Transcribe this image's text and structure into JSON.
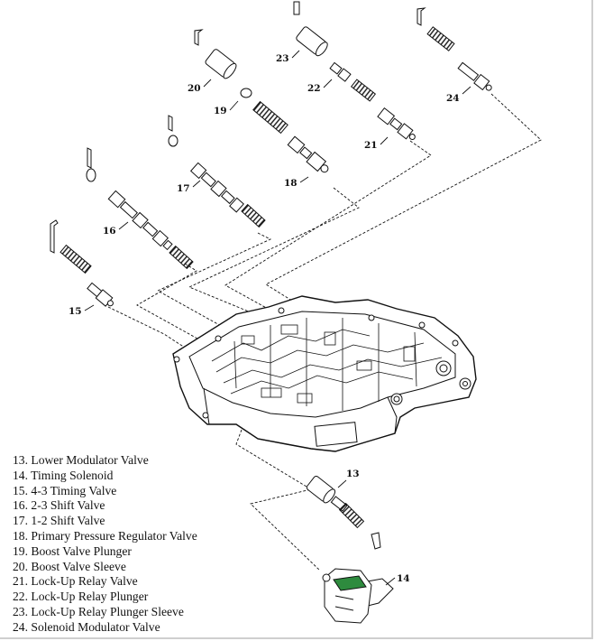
{
  "callouts": {
    "c13": "13",
    "c14": "14",
    "c15": "15",
    "c16": "16",
    "c17": "17",
    "c18": "18",
    "c19": "19",
    "c20": "20",
    "c21": "21",
    "c22": "22",
    "c23": "23",
    "c24": "24"
  },
  "legend": [
    "13. Lower Modulator Valve",
    "14. Timing Solenoid",
    "15. 4-3 Timing Valve",
    "16. 2-3 Shift Valve",
    "17. 1-2 Shift Valve",
    "18. Primary Pressure Regulator Valve",
    "19. Boost Valve Plunger",
    "20. Boost Valve Sleeve",
    "21. Lock-Up Relay Valve",
    "22. Lock-Up Relay Plunger",
    "23. Lock-Up Relay Plunger Sleeve",
    "24. Solenoid Modulator Valve"
  ],
  "colors": {
    "line": "#111111",
    "solenoid_accent": "#2e8b3e"
  }
}
